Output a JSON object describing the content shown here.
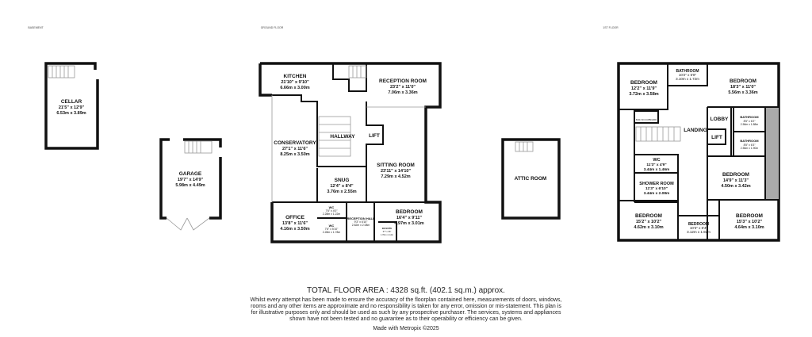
{
  "floors": {
    "basement": {
      "label": "BASEMENT"
    },
    "ground": {
      "label": "GROUND FLOOR"
    },
    "first": {
      "label": "1ST FLOOR"
    }
  },
  "rooms": {
    "cellar": {
      "name": "CELLAR",
      "imperial": "21'5\" x 12'9\"",
      "metric": "6.53m x 3.89m"
    },
    "garage": {
      "name": "GARAGE",
      "imperial": "19'7\" x 14'9\"",
      "metric": "5.98m x 4.49m"
    },
    "kitchen": {
      "name": "KITCHEN",
      "imperial": "21'10\" x 9'10\"",
      "metric": "6.66m x 3.00m"
    },
    "reception": {
      "name": "RECEPTION ROOM",
      "imperial": "23'2\" x 11'0\"",
      "metric": "7.06m x 3.36m"
    },
    "conservatory": {
      "name": "CONSERVATORY",
      "imperial": "27'1\" x 11'6\"",
      "metric": "8.25m x 3.50m"
    },
    "hallway": {
      "name": "HALLWAY"
    },
    "lift_g": {
      "name": "LIFT"
    },
    "sitting": {
      "name": "SITTING ROOM",
      "imperial": "23'11\" x 14'10\"",
      "metric": "7.29m x 4.52m"
    },
    "snug": {
      "name": "SNUG",
      "imperial": "12'4\" x 8'4\"",
      "metric": "3.76m x 2.55m"
    },
    "office": {
      "name": "OFFICE",
      "imperial": "13'8\" x 11'6\"",
      "metric": "4.16m x 3.50m"
    },
    "wc_g1": {
      "name": "WC",
      "imperial": "7'6\" x 4'0\"",
      "metric": "2.28m x 1.22m"
    },
    "wc_g2": {
      "name": "WC",
      "imperial": "7'6\" x 5'10\"",
      "metric": "2.28m x 1.78m"
    },
    "reception_hall": {
      "name": "RECEPTION HALL",
      "imperial": "9'3\" x 6'10\"",
      "metric": "2.82m x 2.08m"
    },
    "bedroom_g": {
      "name": "BEDROOM",
      "imperial": "16'4\" x 9'11\"",
      "metric": "4.97m x 3.01m"
    },
    "ensuite_g": {
      "name": "EN-SUITE",
      "imperial": "5'7\" x 3'8\"",
      "metric": "1.70m x 1.12m"
    },
    "attic": {
      "name": "ATTIC ROOM"
    },
    "bed1": {
      "name": "BEDROOM",
      "imperial": "12'2\" x 11'9\"",
      "metric": "3.72m x 3.58m"
    },
    "bath1": {
      "name": "BATHROOM",
      "imperial": "10'2\" x 5'8\"",
      "metric": "3.10m x 1.72m"
    },
    "bed2": {
      "name": "BEDROOM",
      "imperial": "18'3\" x 11'0\"",
      "metric": "5.56m x 3.36m"
    },
    "cupboard": {
      "name": "BUILT-IN CUPBOARD"
    },
    "landing": {
      "name": "LANDING"
    },
    "lobby": {
      "name": "LOBBY"
    },
    "lift_1": {
      "name": "LIFT"
    },
    "bath2": {
      "name": "BATHROOM",
      "imperial": "8'5\" x 6'2\"",
      "metric": "2.56m x 1.88m"
    },
    "bath3": {
      "name": "BATHROOM",
      "imperial": "8'5\" x 6'3\"",
      "metric": "2.56m x 1.90m"
    },
    "wc_1": {
      "name": "WC",
      "imperial": "11'3\" x 4'9\"",
      "metric": "3.44m x 1.46m"
    },
    "shower": {
      "name": "SHOWER ROOM",
      "imperial": "11'3\" x 6'10\"",
      "metric": "3.44m x 2.08m"
    },
    "bed3": {
      "name": "BEDROOM",
      "imperial": "14'9\" x 11'3\"",
      "metric": "4.50m x 3.42m"
    },
    "bed4": {
      "name": "BEDROOM",
      "imperial": "15'2\" x 10'2\"",
      "metric": "4.62m x 3.10m"
    },
    "bed5": {
      "name": "BEDROOM",
      "imperial": "10'3\" x 6'4\"",
      "metric": "3.12m x 1.92m"
    },
    "bed6": {
      "name": "BEDROOM",
      "imperial": "15'3\" x 10'2\"",
      "metric": "4.64m x 3.10m"
    }
  },
  "footer": {
    "total": "TOTAL FLOOR AREA : 4328 sq.ft. (402.1 sq.m.) approx.",
    "disclaimer": "Whilst every attempt has been made to ensure the accuracy of the floorplan contained here, measurements of doors, windows, rooms and any other items are approximate and no responsibility is taken for any error, omission or mis-statement. This plan is for illustrative purposes only and should be used as such by any prospective purchaser. The services, systems and appliances shown have not been tested and no guarantee as to their operability or efficiency can be given.",
    "credit": "Made with Metropix ©2025"
  },
  "colors": {
    "wall": "#111111",
    "void": "#aaaaaa"
  }
}
